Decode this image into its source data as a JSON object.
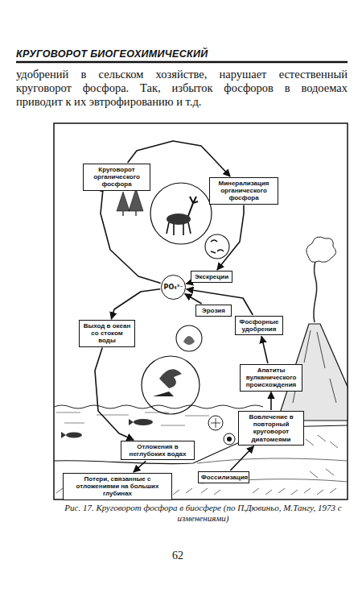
{
  "diagram": {
    "caption": "Рис. 17. Круговорот фосфора в биосфере (по П.Дювиньо, М.Тангу, 1973 с изменениями)",
    "nodes": [
      {
        "text": [
          "Круговорот органического фосфора"
        ]
      },
      {
        "text": [
          "Минерализация органического фосфора"
        ]
      },
      {
        "text": [
          "Экскреции"
        ]
      },
      {
        "text": [
          "PO₄³⁻"
        ]
      },
      {
        "text": [
          "Эрозия"
        ]
      },
      {
        "text": [
          "Фосфорные удобрения"
        ]
      },
      {
        "text": [
          "Выход в океан со стоком воды"
        ]
      },
      {
        "text": [
          "Апатиты вулканического происхождения"
        ]
      },
      {
        "text": [
          "Отложения в неглубоких водах"
        ]
      },
      {
        "text": [
          "Вовлечение в повторный круговорот диатомеями"
        ]
      },
      {
        "text": [
          "Потери, связанные с отложениями на больших глубинах"
        ]
      },
      {
        "text": [
          "Фоссилизация"
        ]
      }
    ],
    "edges": [
      {
        "from": 0,
        "to": 1,
        "arrow": "to"
      },
      {
        "from": 1,
        "to": 2,
        "arrow": "to"
      },
      {
        "from": 2,
        "to": 3,
        "arrow": "to"
      },
      {
        "from": 3,
        "to": 0,
        "arrow": "to"
      },
      {
        "from": 4,
        "to": 3,
        "arrow": "to"
      },
      {
        "from": 5,
        "to": 3,
        "arrow": "to"
      },
      {
        "from": 7,
        "to": 5,
        "arrow": "to"
      },
      {
        "from": 3,
        "to": 6,
        "arrow": "to"
      },
      {
        "from": 6,
        "to": 8,
        "arrow": "to"
      },
      {
        "from": 8,
        "to": 10,
        "arrow": "to"
      },
      {
        "from": 11,
        "to": 9,
        "arrow": "to"
      },
      {
        "from": 9,
        "to": 7,
        "arrow": "to"
      }
    ],
    "labels": [
      "КРУГОВОРОТ БИОГЕОХИМИЧЕСКИЙ",
      "удобрений в сельском хозяйстве, нарушает естественный круговорот фосфора. Так, избыток фосфоров в водоемах приводит к их эвтрофированию и т.д.",
      "62"
    ]
  }
}
